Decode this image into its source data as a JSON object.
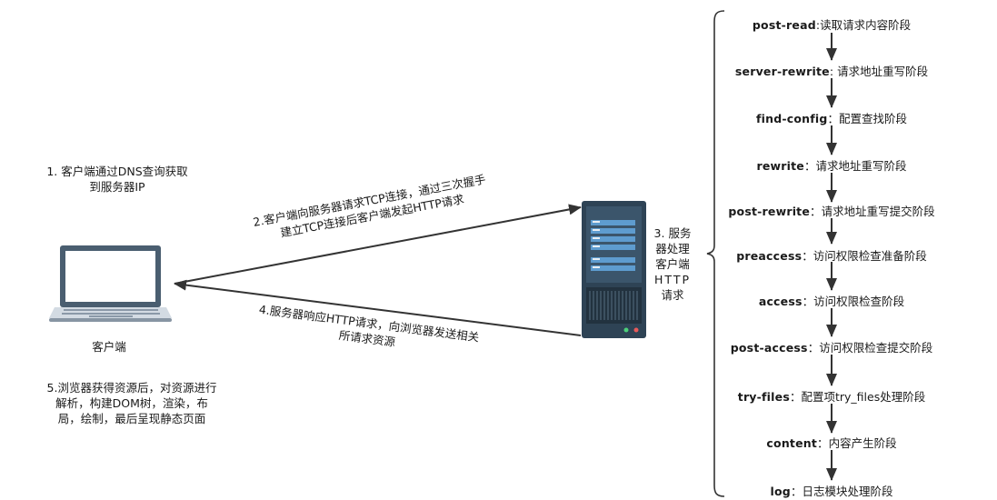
{
  "client": {
    "label": "客户端",
    "step1_line1": "1. 客户端通过DNS查询获取",
    "step1_line2": "到服务器IP",
    "step5_line1": "5.浏览器获得资源后，对资源进行",
    "step5_line2": "解析，构建DOM树，渲染，布",
    "step5_line3": "局，绘制，最后呈现静态页面"
  },
  "arrows": {
    "request_line1": "2.客户端向服务器请求TCP连接，通过三次握手",
    "request_line2": "建立TCP连接后客户端发起HTTP请求",
    "response_line1": "4.服务器响应HTTP请求，向浏览器发送相关",
    "response_line2": "所请求资源"
  },
  "server": {
    "line1": "3. 服务",
    "line2": "器处理",
    "line3": "客户端",
    "line4": "HTTP",
    "line5": "请求"
  },
  "phases": [
    {
      "name": "post-read",
      "sep": ":",
      "desc": "读取请求内容阶段"
    },
    {
      "name": "server-rewrite",
      "sep": ": ",
      "desc": "请求地址重写阶段"
    },
    {
      "name": "find-config",
      "sep": "：",
      "desc": "配置查找阶段"
    },
    {
      "name": "rewrite",
      "sep": "：",
      "desc": "请求地址重写阶段"
    },
    {
      "name": "post-rewrite",
      "sep": "：",
      "desc": "请求地址重写提交阶段"
    },
    {
      "name": "preaccess",
      "sep": "：",
      "desc": "访问权限检查准备阶段"
    },
    {
      "name": "access",
      "sep": "：",
      "desc": "访问权限检查阶段"
    },
    {
      "name": "post-access",
      "sep": "：",
      "desc": "访问权限检查提交阶段"
    },
    {
      "name": "try-files",
      "sep": "：",
      "desc": "配置项try_files处理阶段"
    },
    {
      "name": "content",
      "sep": "：",
      "desc": "内容产生阶段"
    },
    {
      "name": "log",
      "sep": "：",
      "desc": "日志模块处理阶段"
    }
  ]
}
